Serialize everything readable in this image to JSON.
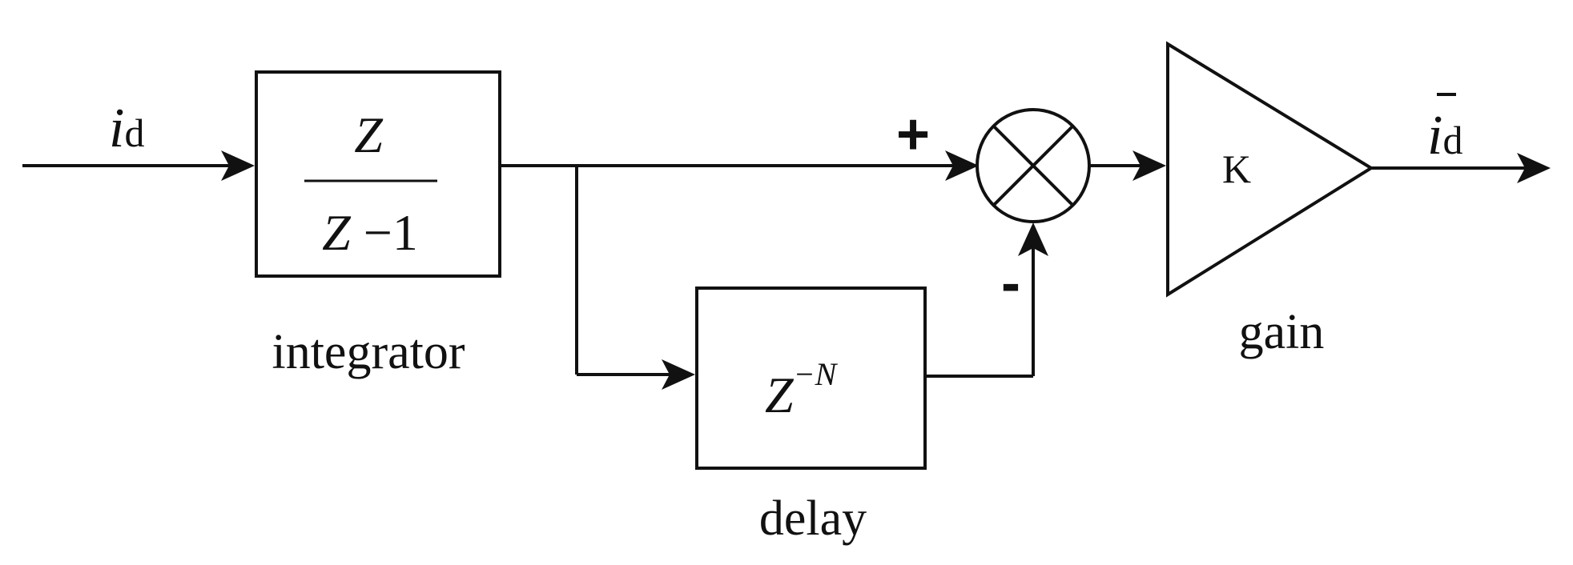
{
  "input_signal": {
    "symbol": "i",
    "subscript": "d"
  },
  "output_signal": {
    "symbol": "i",
    "subscript": "d",
    "overbar": "true"
  },
  "integrator": {
    "numerator": "Z",
    "denominator_var": "Z",
    "denominator_rest": " −1",
    "caption": "integrator"
  },
  "delay": {
    "base": "Z",
    "exponent": "−N",
    "caption": "delay"
  },
  "summing_junction": {
    "plus_sign": "+",
    "minus_sign": "-"
  },
  "gain": {
    "symbol": "K",
    "caption": "gain"
  },
  "colors": {
    "stroke": "#111111",
    "background": "#ffffff"
  }
}
